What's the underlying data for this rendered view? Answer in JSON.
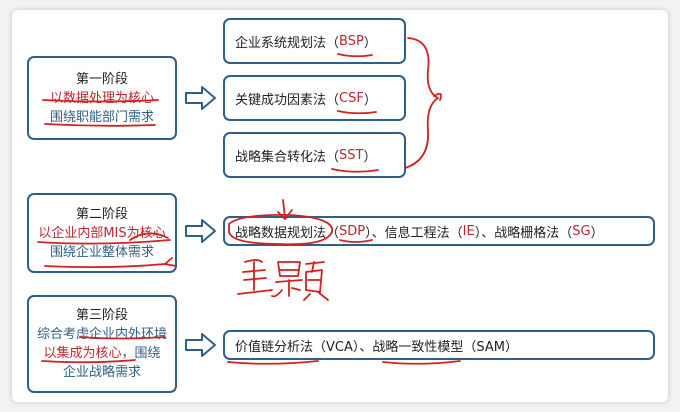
{
  "stage1": {
    "title": "第一阶段",
    "core": "以数据处理为核心",
    "need": "围绕职能部门需求",
    "methods": [
      {
        "name": "企业系统规划法（",
        "abbr": "BSP",
        "close": "）"
      },
      {
        "name": "关键成功因素法（",
        "abbr": "CSF",
        "close": "）"
      },
      {
        "name": "战略集合转化法（",
        "abbr": "SST",
        "close": "）"
      }
    ]
  },
  "stage2": {
    "title": "第二阶段",
    "core": "以企业内部MIS为核心",
    "need": "围绕企业整体需求",
    "methods_line": {
      "m1": "战略数据规划法（",
      "m1_abbr": "SDP",
      "m1_close": "）、",
      "m2": "信息工程法（",
      "m2_abbr": "IE",
      "m2_close": "）、",
      "m3": "战略栅格法（",
      "m3_abbr": "SG",
      "m3_close": "）"
    }
  },
  "stage3": {
    "title": "第三阶段",
    "line1": "综合考虑企业内外环境",
    "line2a": "以集成为核心",
    "line2b": "，围绕",
    "line3": "企业战略需求",
    "methods_line": "价值链分析法（VCA）、战略一致性模型（SAM）"
  },
  "handwriting": "主题",
  "colors": {
    "border": "#2e5f8a",
    "accent": "#c0262d",
    "ink": "#d42020"
  }
}
